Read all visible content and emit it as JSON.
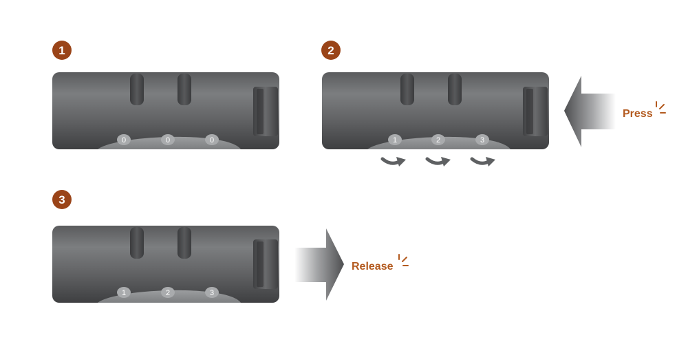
{
  "colors": {
    "badge": "#9a4418",
    "label": "#b35a1f",
    "lock_body": "#6d6f71",
    "lock_body_dark": "#4c4d4f",
    "dial_band": "#8a8c8e",
    "digit": "#ffffff",
    "arrow_gray": "#5e6062"
  },
  "steps": [
    {
      "number": "1",
      "digits": [
        "0",
        "0",
        "0"
      ]
    },
    {
      "number": "2",
      "digits": [
        "1",
        "2",
        "3"
      ],
      "action": "Press",
      "action_icon": "burst-icon",
      "rotate_icon": "curved-arrow-icon"
    },
    {
      "number": "3",
      "digits": [
        "1",
        "2",
        "3"
      ],
      "action": "Release",
      "action_icon": "burst-icon"
    }
  ]
}
